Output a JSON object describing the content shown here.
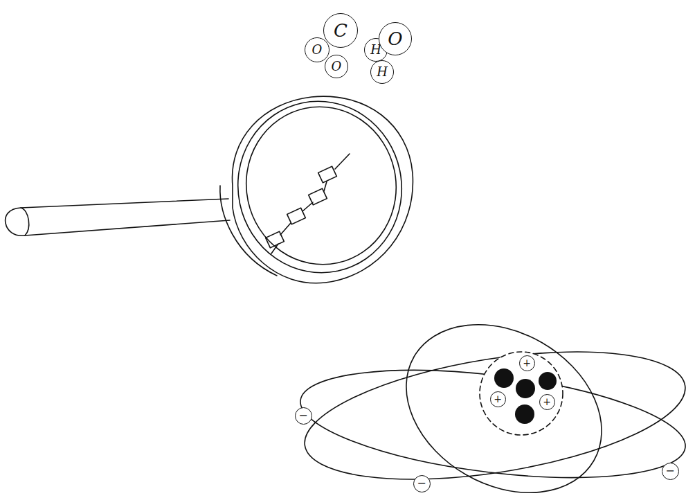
{
  "diagram": {
    "nodes": [
      {
        "text": [
          "O"
        ]
      },
      {
        "text": [
          "C"
        ]
      },
      {
        "text": [
          "O"
        ]
      },
      {
        "text": [
          "H"
        ]
      },
      {
        "text": [
          "O"
        ]
      },
      {
        "text": [
          "H"
        ]
      },
      {
        "text": [
          "+"
        ]
      },
      {
        "text": [
          "+"
        ]
      },
      {
        "text": [
          "+"
        ]
      },
      {
        "text": [
          "−"
        ]
      },
      {
        "text": [
          "−"
        ]
      },
      {
        "text": [
          "−"
        ]
      }
    ]
  }
}
